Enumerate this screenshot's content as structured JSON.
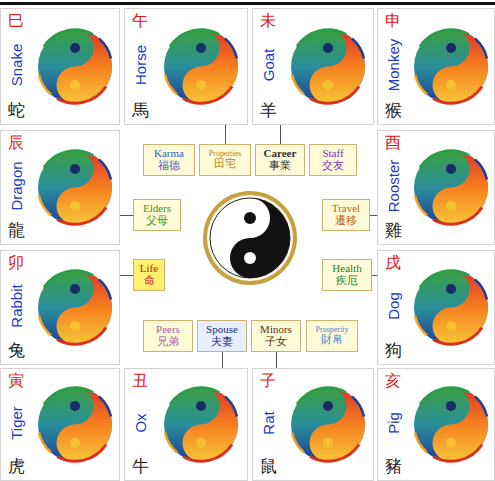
{
  "diagram": {
    "nodes": [
      {
        "text": [
          "巳",
          "Snake",
          "蛇"
        ]
      },
      {
        "text": [
          "午",
          "Horse",
          "馬"
        ]
      },
      {
        "text": [
          "未",
          "Goat",
          "羊"
        ]
      },
      {
        "text": [
          "申",
          "Monkey",
          "猴"
        ]
      },
      {
        "text": [
          "Karma",
          "福德"
        ]
      },
      {
        "text": [
          "Properties",
          "田宅"
        ]
      },
      {
        "text": [
          "Career",
          "事業"
        ]
      },
      {
        "text": [
          "Staff",
          "交友"
        ]
      },
      {
        "text": [
          "辰",
          "Dragon",
          "龍"
        ]
      },
      {
        "text": [
          "Elders",
          "父母"
        ]
      },
      {
        "text": [
          "Travel",
          "遷移"
        ]
      },
      {
        "text": [
          "酉",
          "Rooster",
          "雞"
        ]
      },
      {
        "text": [
          "卯",
          "Rabbit",
          "兔"
        ]
      },
      {
        "text": [
          "Life",
          "命"
        ]
      },
      {
        "text": [
          "Health",
          "疾厄"
        ]
      },
      {
        "text": [
          "戌",
          "Dog",
          "狗"
        ]
      },
      {
        "text": [
          "Peers",
          "兄弟"
        ]
      },
      {
        "text": [
          "Spouse",
          "夫妻"
        ]
      },
      {
        "text": [
          "Minors",
          "子女"
        ]
      },
      {
        "text": [
          "Prosperity",
          "財帛"
        ]
      },
      {
        "text": [
          "寅",
          "Tiger",
          "虎"
        ]
      },
      {
        "text": [
          "丑",
          "Ox",
          "牛"
        ]
      },
      {
        "text": [
          "子",
          "Rat",
          "鼠"
        ]
      },
      {
        "text": [
          "亥",
          "Pig",
          "豬"
        ]
      }
    ],
    "edges": [
      {
        "from": 1,
        "to": 5,
        "arrow": "none"
      },
      {
        "from": 2,
        "to": 6,
        "arrow": "none"
      },
      {
        "from": 8,
        "to": 9,
        "arrow": "none"
      },
      {
        "from": 11,
        "to": 10,
        "arrow": "none"
      },
      {
        "from": 12,
        "to": 13,
        "arrow": "none"
      },
      {
        "from": 15,
        "to": 14,
        "arrow": "none"
      },
      {
        "from": 21,
        "to": 17,
        "arrow": "none"
      },
      {
        "from": 22,
        "to": 18,
        "arrow": "none"
      }
    ]
  }
}
